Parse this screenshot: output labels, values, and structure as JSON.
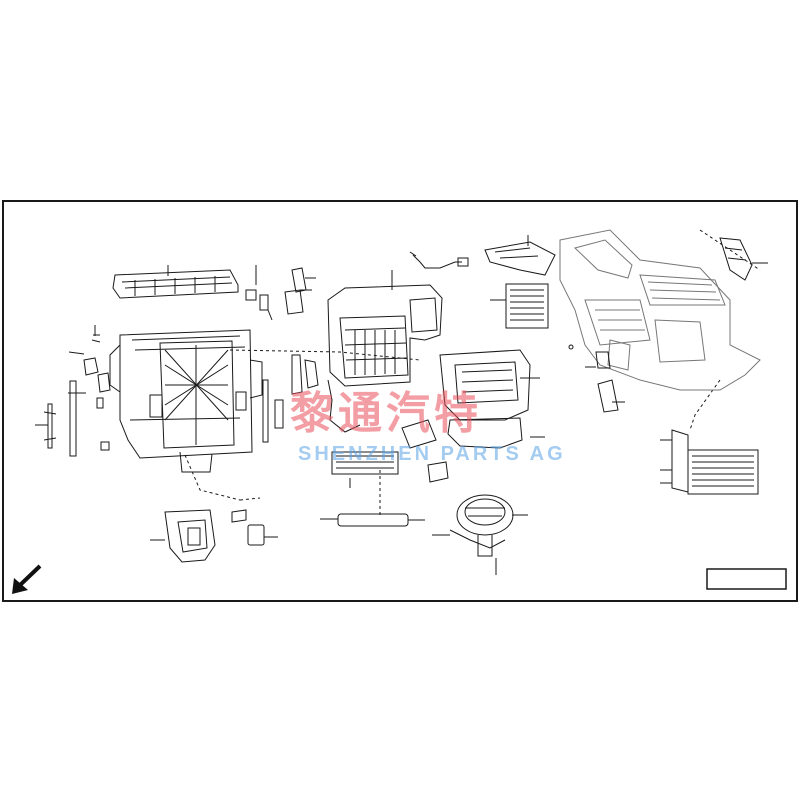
{
  "diagram": {
    "type": "exploded parts diagram",
    "subject": "HVAC heater / blower unit assembly",
    "stroke_color": "#1a1a1a",
    "background": "#ffffff",
    "reference_box_text": "",
    "corner_arrow_icon": "arrow-down-left-icon"
  },
  "watermark": {
    "cn_text": "黎通汽特",
    "en_text": "SHENZHEN PARTS AG",
    "color_red": "#e8505a",
    "color_blue": "#5aa3e6"
  }
}
